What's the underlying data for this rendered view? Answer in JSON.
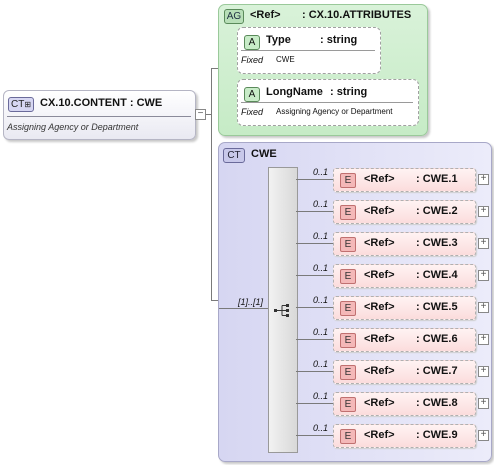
{
  "content": {
    "badge": "CT",
    "title": "CX.10.CONTENT : CWE",
    "documentation": "Assigning Agency or Department"
  },
  "attribute_group": {
    "badge": "AG",
    "ref": "<Ref>",
    "name": ": CX.10.ATTRIBUTES",
    "attributes": [
      {
        "badge": "A",
        "name": "Type",
        "type": ": string",
        "fixed_label": "Fixed",
        "fixed_value": "CWE"
      },
      {
        "badge": "A",
        "name": "LongName",
        "type": ": string",
        "fixed_label": "Fixed",
        "fixed_value": "Assigning Agency or Department"
      }
    ]
  },
  "complex_type": {
    "badge": "CT",
    "name": "CWE",
    "sequence_occurrence": "[1]..[1]",
    "elements": [
      {
        "occ": "0..1",
        "badge": "E",
        "ref": "<Ref>",
        "type": ": CWE.1"
      },
      {
        "occ": "0..1",
        "badge": "E",
        "ref": "<Ref>",
        "type": ": CWE.2"
      },
      {
        "occ": "0..1",
        "badge": "E",
        "ref": "<Ref>",
        "type": ": CWE.3"
      },
      {
        "occ": "0..1",
        "badge": "E",
        "ref": "<Ref>",
        "type": ": CWE.4"
      },
      {
        "occ": "0..1",
        "badge": "E",
        "ref": "<Ref>",
        "type": ": CWE.5"
      },
      {
        "occ": "0..1",
        "badge": "E",
        "ref": "<Ref>",
        "type": ": CWE.6"
      },
      {
        "occ": "0..1",
        "badge": "E",
        "ref": "<Ref>",
        "type": ": CWE.7"
      },
      {
        "occ": "0..1",
        "badge": "E",
        "ref": "<Ref>",
        "type": ": CWE.8"
      },
      {
        "occ": "0..1",
        "badge": "E",
        "ref": "<Ref>",
        "type": ": CWE.9"
      }
    ]
  },
  "colors": {
    "attribute_group_bg": "#c6ebc6",
    "complex_type_bg": "#d6d6f2",
    "element_bg": "#fbdcdc"
  }
}
